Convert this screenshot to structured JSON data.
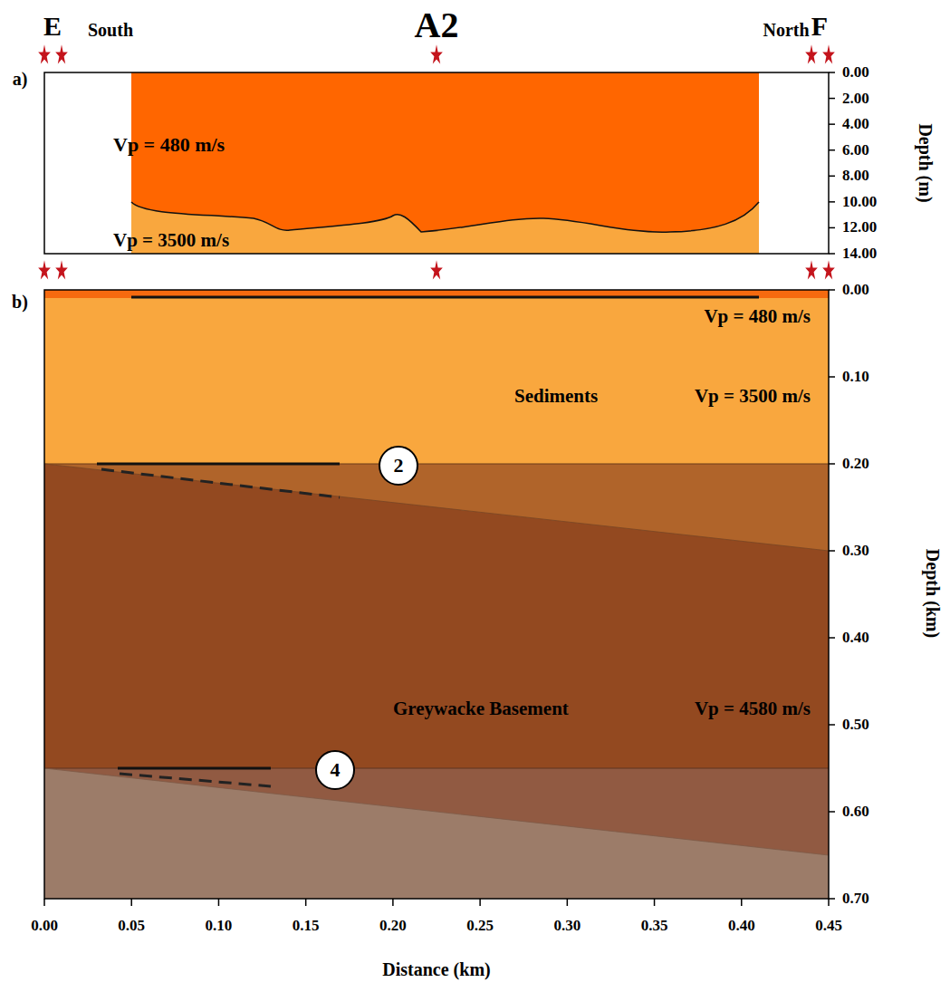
{
  "diagram": {
    "nodes": [
      {
        "text": [
          "2"
        ]
      },
      {
        "text": [
          "4"
        ]
      }
    ],
    "labels": [
      "E",
      "South",
      "A2",
      "North",
      "F",
      "a)",
      "Vp = 480 m/s",
      "Vp = 3500 m/s",
      "0.00",
      "2.00",
      "4.00",
      "6.00",
      "8.00",
      "10.00",
      "12.00",
      "14.00",
      "Depth (m)",
      "b)",
      "Vp = 480 m/s",
      "Sediments",
      "Vp = 3500 m/s",
      "Greywacke Basement",
      "Vp = 4580 m/s",
      "0.00",
      "0.10",
      "0.20",
      "0.30",
      "0.40",
      "0.50",
      "0.60",
      "0.70",
      "Depth (km)",
      "0.00",
      "0.05",
      "0.10",
      "0.15",
      "0.20",
      "0.25",
      "0.30",
      "0.35",
      "0.40",
      "0.45",
      "Distance (km)"
    ]
  }
}
